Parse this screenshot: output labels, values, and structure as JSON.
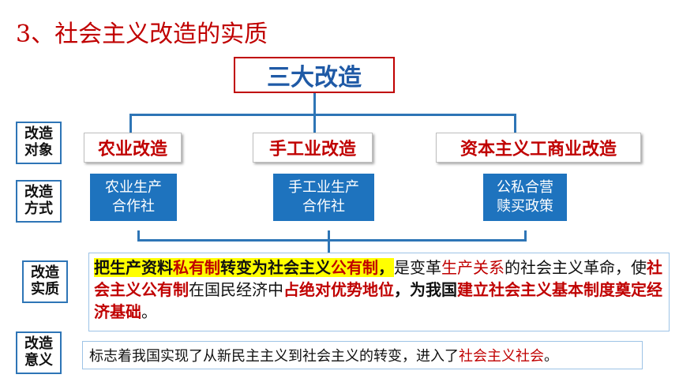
{
  "title": "3、社会主义改造的实质",
  "top": "三大改造",
  "labels": {
    "objects": [
      "改造",
      "对象"
    ],
    "methods": [
      "改造",
      "方式"
    ],
    "essence": [
      "改造",
      "实质"
    ],
    "meaning": [
      "改造",
      "意义"
    ]
  },
  "objects": [
    "农业改造",
    "手工业改造",
    "资本主义工商业改造"
  ],
  "methods": [
    [
      "农业生产",
      "合作社"
    ],
    [
      "手工业生产",
      "合作社"
    ],
    [
      "公私合营",
      "赎买政策"
    ]
  ],
  "essence": {
    "s1": "把生产资料",
    "s2": "私有制",
    "s3": "转变为社会主义",
    "s4": "公有制",
    "s5": "，",
    "s6": "是变革",
    "s7": "生产关系",
    "s8": "的社会主义革命，使",
    "s9": "社会主义公有制",
    "s10": "在国民经济中",
    "s11": "占绝对优势地位",
    "s12": "，为我国",
    "s13": "建立社会主义基本制度奠定经济基础",
    "s14": "。"
  },
  "meaning": {
    "m1": "标志着我国实现了从新民主主义到社会主义的转变，进入了",
    "m2": "社会主义社会",
    "m3": "。"
  }
}
